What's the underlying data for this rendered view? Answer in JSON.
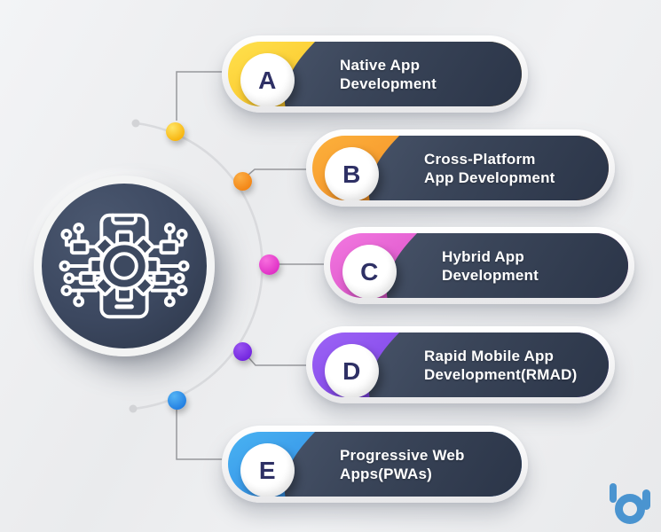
{
  "palette": {
    "background": "#edeef0",
    "pill_body_dark": "#3a4559",
    "hub_fill": "#3d4960",
    "letter_color": "#2e3065",
    "arc_color": "#d9dadd",
    "connector_color": "#97989c"
  },
  "center_node": {
    "icon": "phone-gear-circuit-icon"
  },
  "items": [
    {
      "letter": "A",
      "line1": "Native App",
      "line2": "Development",
      "color_top": "#ffe14d",
      "color_bottom": "#f5a400",
      "dot_light": "#ffe566",
      "dot_dark": "#f7b108"
    },
    {
      "letter": "B",
      "line1": "Cross-Platform",
      "line2": "App Development",
      "color_top": "#fcb13c",
      "color_bottom": "#ee6f12",
      "dot_light": "#fcae45",
      "dot_dark": "#f28212"
    },
    {
      "letter": "C",
      "line1": "Hybrid App",
      "line2": "Development",
      "color_top": "#f278e0",
      "color_bottom": "#c125ad",
      "dot_light": "#f76ede",
      "dot_dark": "#de2cc4"
    },
    {
      "letter": "D",
      "line1": "Rapid Mobile App",
      "line2": "Development(RMAD)",
      "color_top": "#9d64f6",
      "color_bottom": "#5e1fd6",
      "dot_light": "#9a55f2",
      "dot_dark": "#6f22dd"
    },
    {
      "letter": "E",
      "line1": "Progressive Web",
      "line2": "Apps(PWAs)",
      "color_top": "#49b3f2",
      "color_bottom": "#1b66d9",
      "dot_light": "#54b4f5",
      "dot_dark": "#1f7be0"
    }
  ],
  "logo": {
    "text": "bi",
    "color": "#4a94d0"
  }
}
